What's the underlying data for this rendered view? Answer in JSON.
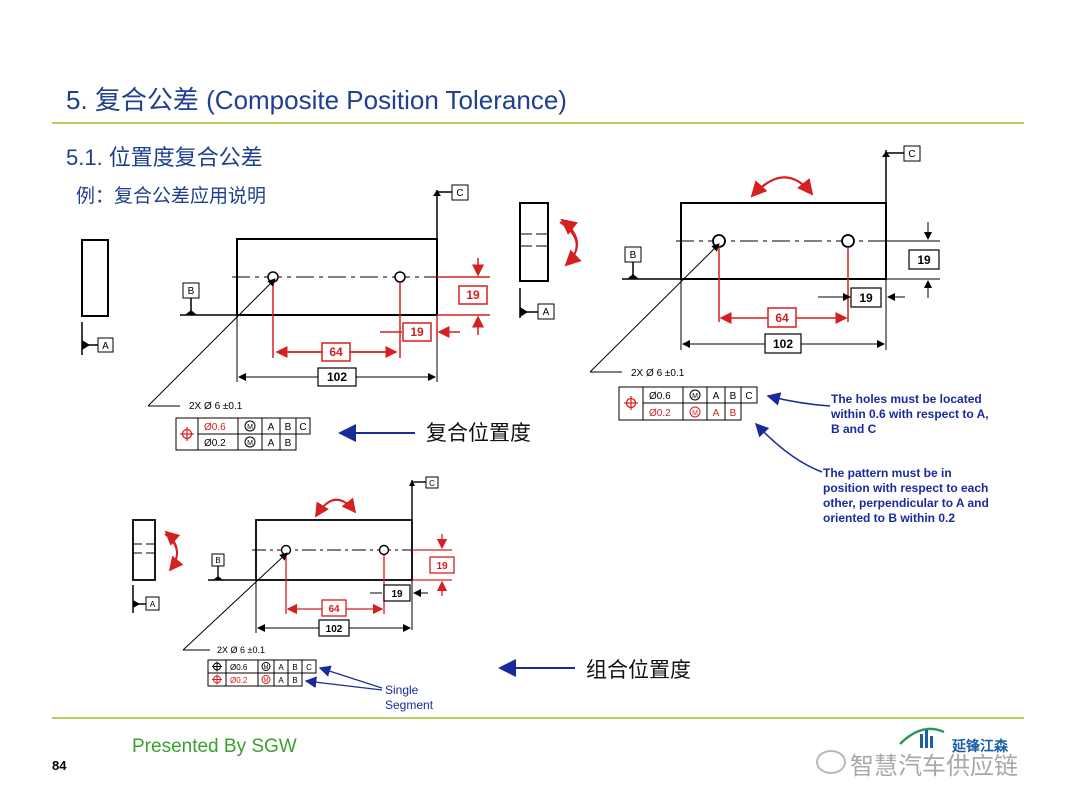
{
  "header": {
    "title": "5. 复合公差 (Composite Position Tolerance)",
    "subtitle": "5.1. 位置度复合公差",
    "example": "例：复合公差应用说明"
  },
  "diagram_top_left": {
    "datum_a": "A",
    "datum_b": "B",
    "datum_c": "C",
    "dim_64": "64",
    "dim_19_v": "19",
    "dim_19_h": "19",
    "dim_102": "102",
    "hole_callout": "2X Ø 6 ±0.1",
    "fcf_row1": [
      "Ø0.6",
      "M",
      "A",
      "B",
      "C"
    ],
    "fcf_row2": [
      "Ø0.2",
      "M",
      "A",
      "B"
    ],
    "label": "复合位置度"
  },
  "diagram_right": {
    "datum_a": "A",
    "datum_b": "B",
    "datum_c": "C",
    "dim_64": "64",
    "dim_19_v": "19",
    "dim_19_h": "19",
    "dim_102": "102",
    "hole_callout": "2X Ø 6 ±0.1",
    "fcf_row1": [
      "Ø0.6",
      "M",
      "A",
      "B",
      "C"
    ],
    "fcf_row2": [
      "Ø0.2",
      "M",
      "A",
      "B"
    ],
    "note1": [
      "The holes must be located",
      "within 0.6 with respect to A,",
      "B and C"
    ],
    "note2": [
      "The pattern must be in",
      "position with respect to each",
      "other, perpendicular to A and",
      "oriented to B within 0.2"
    ]
  },
  "diagram_bottom": {
    "datum_a": "A",
    "datum_b": "B",
    "datum_c": "C",
    "dim_64": "64",
    "dim_19_v": "19",
    "dim_19_h": "19",
    "dim_102": "102",
    "hole_callout": "2X Ø 6 ±0.1",
    "fcf_row1": [
      "Ø0.6",
      "M",
      "A",
      "B",
      "C"
    ],
    "fcf_row2": [
      "Ø0.2",
      "M",
      "A",
      "B"
    ],
    "single_segment": [
      "Single",
      "Segment"
    ],
    "label": "组合位置度"
  },
  "footer": {
    "presented_by": "Presented By SGW",
    "page_number": "84",
    "watermark": "智慧汽车供应链",
    "logo_text": "延锋江森"
  },
  "colors": {
    "title_blue": "#1f3f8f",
    "rule_green": "#b5cf5e",
    "footer_green": "#3aa12c",
    "dim_red": "#d42020",
    "note_blue": "#1a2a9a"
  }
}
